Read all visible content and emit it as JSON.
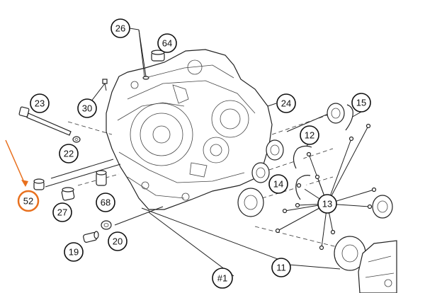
{
  "callouts": [
    {
      "id": "c26",
      "label": "26"
    },
    {
      "id": "c64",
      "label": "64"
    },
    {
      "id": "c23",
      "label": "23"
    },
    {
      "id": "c30",
      "label": "30"
    },
    {
      "id": "c24",
      "label": "24"
    },
    {
      "id": "c15",
      "label": "15"
    },
    {
      "id": "c12",
      "label": "12"
    },
    {
      "id": "c22",
      "label": "22"
    },
    {
      "id": "c14",
      "label": "14"
    },
    {
      "id": "c13",
      "label": "13"
    },
    {
      "id": "c52",
      "label": "52"
    },
    {
      "id": "c27",
      "label": "27"
    },
    {
      "id": "c68",
      "label": "68"
    },
    {
      "id": "c20",
      "label": "20"
    },
    {
      "id": "c19",
      "label": "19"
    },
    {
      "id": "c11",
      "label": "11"
    },
    {
      "id": "c1",
      "label": "#1"
    }
  ],
  "highlight": {
    "label": "52",
    "color": "#e8701e"
  }
}
